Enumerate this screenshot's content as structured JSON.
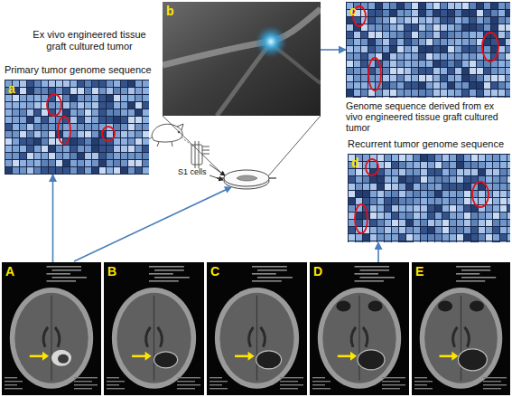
{
  "diagram": {
    "nodes": [
      {
        "text": [
          "Ex vivo engineered tissue graft cultured tumor",
          "b"
        ]
      },
      {
        "text": [
          "c",
          "Genome sequence derived from ex vivo engineered tissue graft cultured tumor"
        ]
      },
      {
        "text": [
          "Primary tumor genome sequence",
          "a"
        ]
      },
      {
        "text": [
          "Recurrent tumor genome sequence",
          "d"
        ]
      },
      {
        "text": [
          "A"
        ]
      },
      {
        "text": [
          "B"
        ]
      },
      {
        "text": [
          "C"
        ]
      },
      {
        "text": [
          "D"
        ]
      },
      {
        "text": [
          "E"
        ]
      }
    ],
    "edges": [
      {
        "from": 4,
        "to": 2,
        "arrow": "to"
      },
      {
        "from": 0,
        "to": 1,
        "arrow": "to"
      },
      {
        "from": 7,
        "to": 3,
        "arrow": "to"
      }
    ],
    "labels": [
      "S1 cells"
    ]
  }
}
